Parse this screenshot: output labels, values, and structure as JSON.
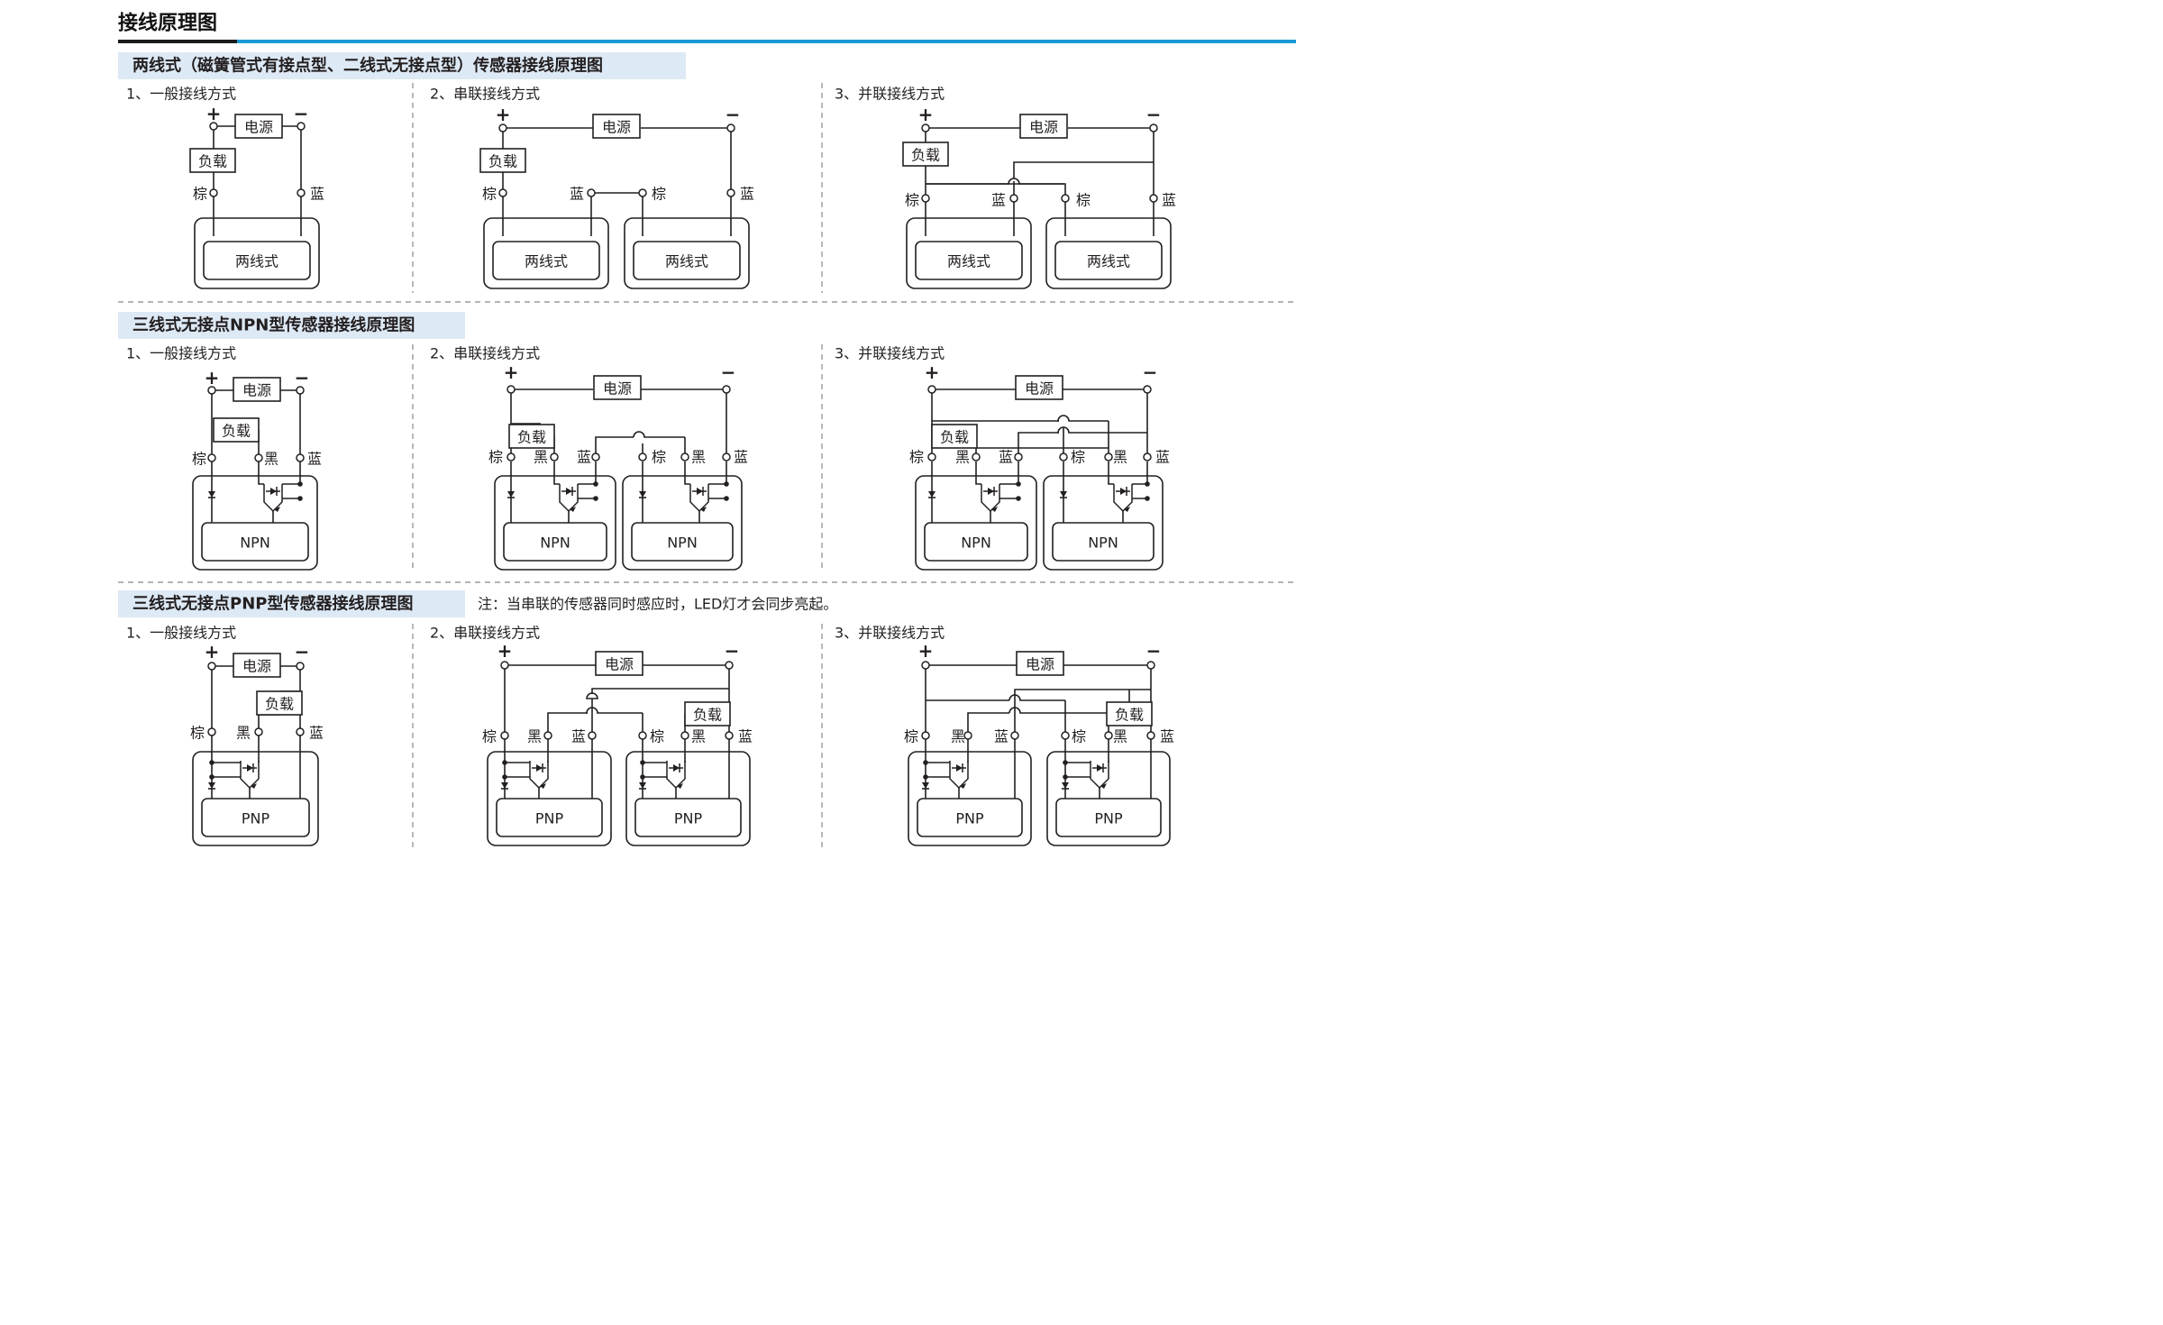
{
  "page_title": "接线原理图",
  "sections": [
    {
      "title": "两线式（磁簧管式有接点型、二线式无接点型）传感器接线原理图",
      "note": ""
    },
    {
      "title": "三线式无接点NPN型传感器接线原理图",
      "note": ""
    },
    {
      "title": "三线式无接点PNP型传感器接线原理图",
      "note": "注：当串联的传感器同时感应时，LED灯才会同步亮起。"
    }
  ],
  "methods": [
    "1、一般接线方式",
    "2、串联接线方式",
    "3、并联接线方式"
  ],
  "labels": {
    "power": "电源",
    "load": "负载",
    "plus": "+",
    "minus": "−",
    "brown": "棕",
    "blue": "蓝",
    "black": "黑",
    "two_wire": "两线式",
    "npn": "NPN",
    "pnp": "PNP"
  },
  "colors": {
    "accent": "#1a9ad6",
    "title_band": "#dde9f5",
    "line": "#231f20"
  }
}
